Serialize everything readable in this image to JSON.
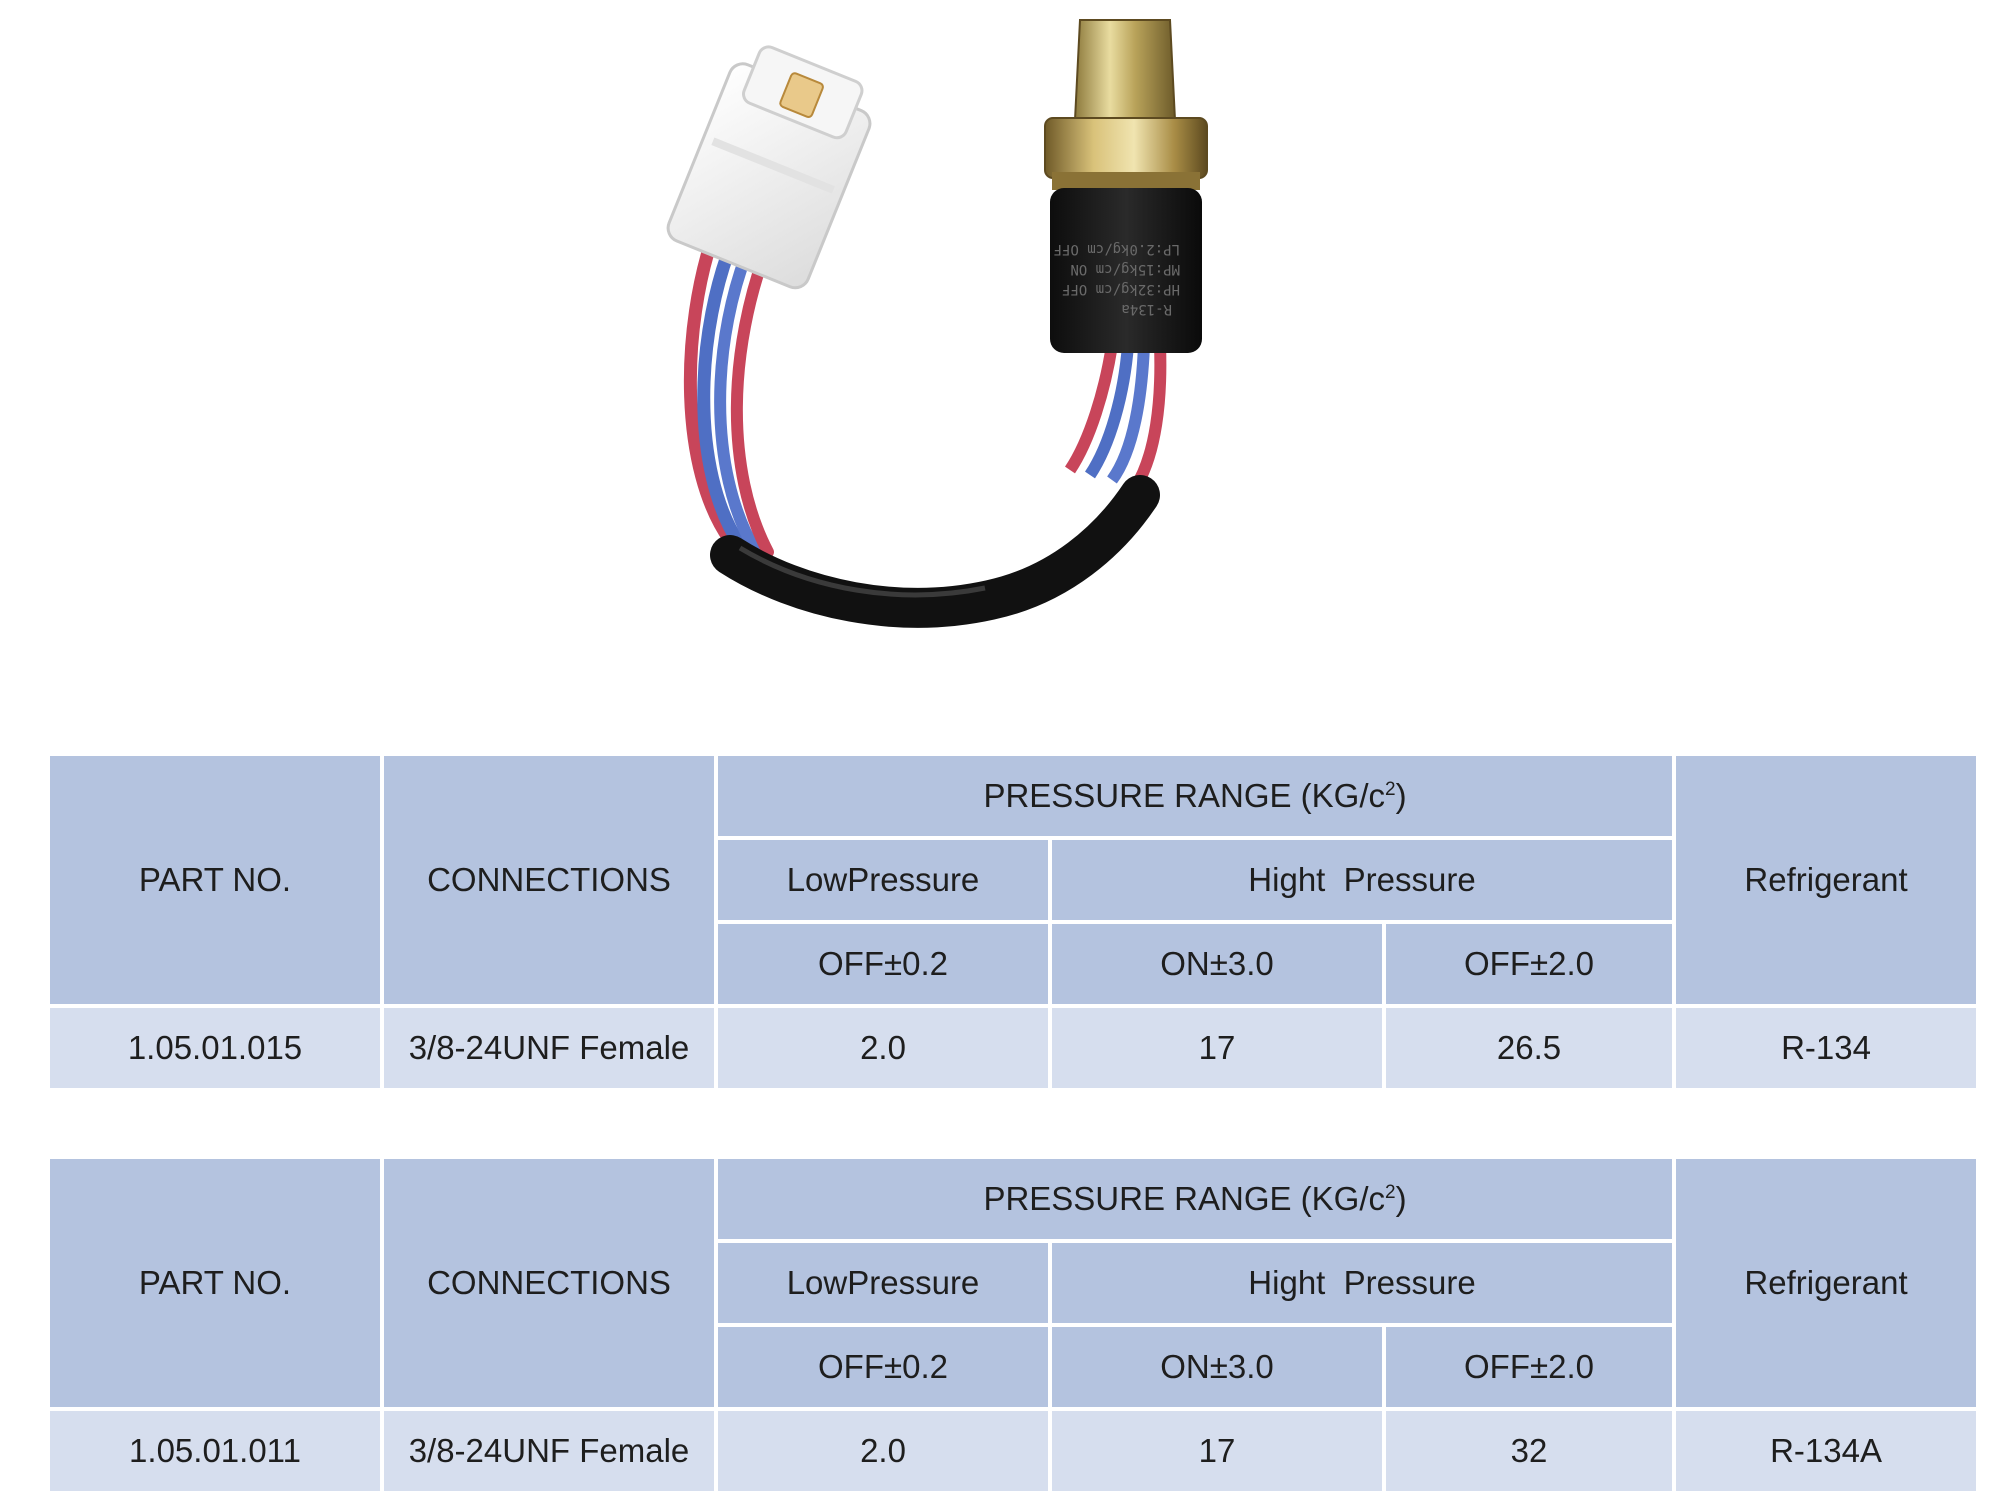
{
  "tables": [
    {
      "headers": {
        "part_no": "PART NO.",
        "connections": "CONNECTIONS",
        "pressure_range": "PRESSURE RANGE (KG/c",
        "pressure_range_sup": "2",
        "pressure_range_close": ")",
        "low_pressure": "LowPressure",
        "high_pressure": "Hight  Pressure",
        "refrigerant": "Refrigerant",
        "low_off": "OFF±0.2",
        "high_on": "ON±3.0",
        "high_off": "OFF±2.0"
      },
      "row": {
        "part_no": "1.05.01.015",
        "connections": "3/8-24UNF Female",
        "low_off": "2.0",
        "high_on": "17",
        "high_off": "26.5",
        "refrigerant": "R-134"
      }
    },
    {
      "headers": {
        "part_no": "PART NO.",
        "connections": "CONNECTIONS",
        "pressure_range": "PRESSURE RANGE (KG/c",
        "pressure_range_sup": "2",
        "pressure_range_close": ")",
        "low_pressure": "LowPressure",
        "high_pressure": "Hight  Pressure",
        "refrigerant": "Refrigerant",
        "low_off": "OFF±0.2",
        "high_on": "ON±3.0",
        "high_off": "OFF±2.0"
      },
      "row": {
        "part_no": "1.05.01.011",
        "connections": "3/8-24UNF Female",
        "low_off": "2.0",
        "high_on": "17",
        "high_off": "32",
        "refrigerant": "R-134A"
      }
    }
  ],
  "colors": {
    "header_bg": "#b4c3df",
    "row_bg": "#d6deee",
    "wire_red": "#c8455a",
    "wire_blue": "#4f6fc4"
  }
}
